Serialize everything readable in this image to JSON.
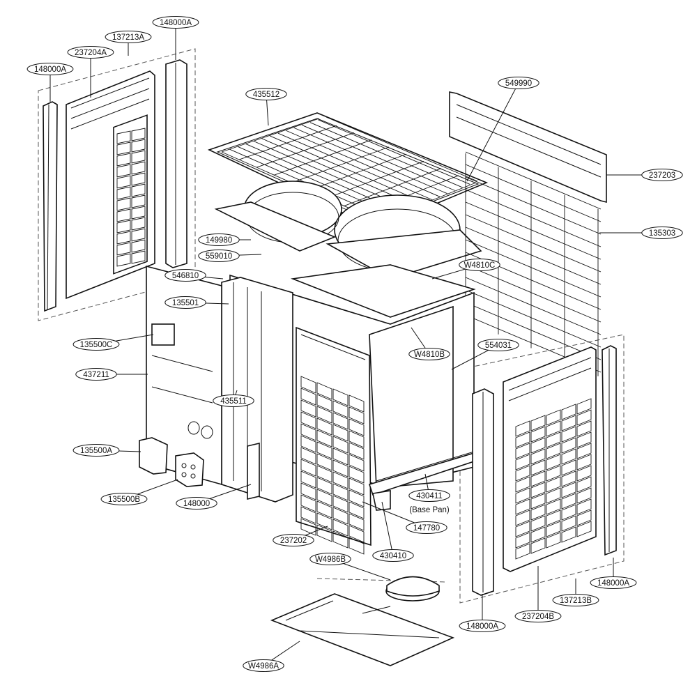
{
  "callouts": [
    {
      "id": "c1",
      "label": "148000A"
    },
    {
      "id": "c2",
      "label": "137213A"
    },
    {
      "id": "c3",
      "label": "237204A"
    },
    {
      "id": "c4",
      "label": "148000A"
    },
    {
      "id": "c5",
      "label": "435512"
    },
    {
      "id": "c6",
      "label": "549990"
    },
    {
      "id": "c7",
      "label": "237203"
    },
    {
      "id": "c8",
      "label": "135303"
    },
    {
      "id": "c9",
      "label": "149980"
    },
    {
      "id": "c10",
      "label": "559010"
    },
    {
      "id": "c11",
      "label": "W4810C"
    },
    {
      "id": "c12",
      "label": "546810"
    },
    {
      "id": "c13",
      "label": "135501"
    },
    {
      "id": "c14",
      "label": "135500C"
    },
    {
      "id": "c15",
      "label": "W4810B"
    },
    {
      "id": "c16",
      "label": "554031"
    },
    {
      "id": "c17",
      "label": "437211"
    },
    {
      "id": "c18",
      "label": "435511"
    },
    {
      "id": "c19",
      "label": "135500A"
    },
    {
      "id": "c20",
      "label": "135500B"
    },
    {
      "id": "c21",
      "label": "148000"
    },
    {
      "id": "c22",
      "label": "430411"
    },
    {
      "id": "c23",
      "label": "(Base Pan)"
    },
    {
      "id": "c24",
      "label": "147780"
    },
    {
      "id": "c25",
      "label": "237202"
    },
    {
      "id": "c26",
      "label": "430410"
    },
    {
      "id": "c27",
      "label": "W4986B"
    },
    {
      "id": "c28",
      "label": "148000A"
    },
    {
      "id": "c29",
      "label": "137213B"
    },
    {
      "id": "c30",
      "label": "148000A"
    },
    {
      "id": "c31",
      "label": "237204B"
    },
    {
      "id": "c32",
      "label": "W4986A"
    }
  ]
}
